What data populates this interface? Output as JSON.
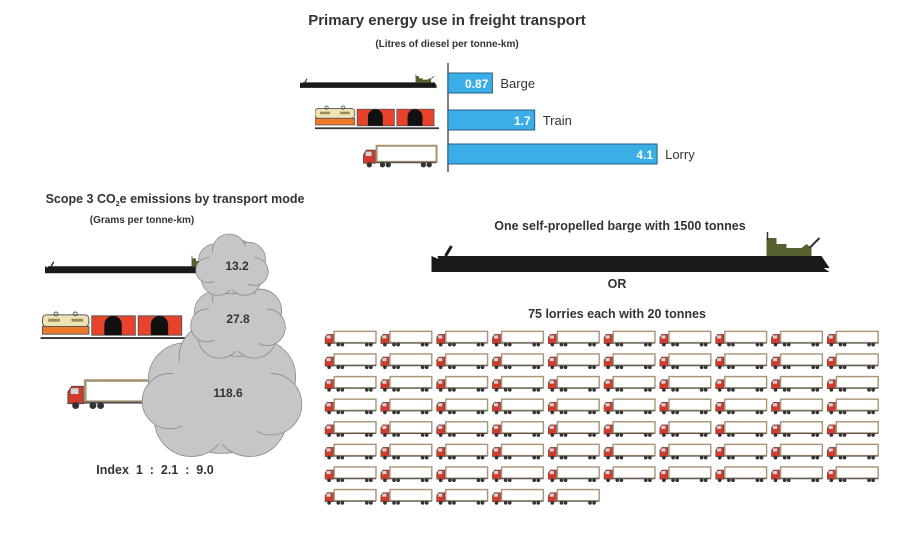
{
  "colors": {
    "bar": "#3aaee6",
    "bar_border": "#2a5f86",
    "cloud": "#c6c6c8",
    "cloud_edge": "#8a8a8c",
    "hull": "#1a1a1a",
    "cabin": "#55612f",
    "cab": "#d23b2b",
    "trailer_edge": "#a99574",
    "wagon": "#e8432a"
  },
  "chart_data": [
    {
      "type": "bar",
      "orientation": "horizontal",
      "title": "Primary energy use in freight transport",
      "subtitle": "(Litres of diesel per tonne-km)",
      "categories": [
        "Barge",
        "Train",
        "Lorry"
      ],
      "values": [
        0.87,
        1.7,
        4.1
      ],
      "value_labels": [
        "0.87",
        "1.7",
        "4.1"
      ],
      "xlim": [
        0,
        4.1
      ]
    },
    {
      "type": "bar",
      "style": "pictogram-clouds",
      "title": "Scope 3 CO2e emissions by transport mode",
      "title_parts": [
        "Scope 3 CO",
        "2",
        "e emissions by transport mode"
      ],
      "subtitle": "(Grams per tonne-km)",
      "categories": [
        "Barge",
        "Train",
        "Lorry"
      ],
      "values": [
        13.2,
        27.8,
        118.6
      ],
      "value_labels": [
        "13.2",
        "27.8",
        "118.6"
      ],
      "annotation": "Index  1  :  2.1  :  9.0"
    }
  ],
  "comparison": {
    "barge_text": "One self-propelled barge with 1500 tonnes",
    "or_text": "OR",
    "lorries_text": "75 lorries each with 20 tonnes",
    "lorry_count": 75,
    "lorries_per_row": 10
  }
}
